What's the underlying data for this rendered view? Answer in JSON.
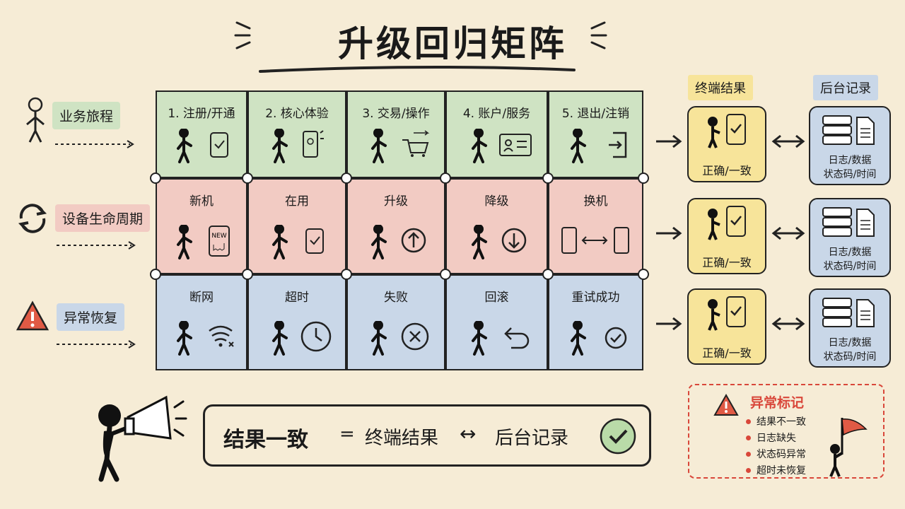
{
  "title": "升级回归矩阵",
  "rows": [
    {
      "label": "业务旅程",
      "color": "#cfe3c3",
      "cells": [
        "1. 注册/开通",
        "2. 核心体验",
        "3. 交易/操作",
        "4. 账户/服务",
        "5. 退出/注销"
      ]
    },
    {
      "label": "设备生命周期",
      "color": "#f2cbc3",
      "cells": [
        "新机",
        "在用",
        "升级",
        "降级",
        "换机"
      ]
    },
    {
      "label": "异常恢复",
      "color": "#c9d7e8",
      "cells": [
        "断网",
        "超时",
        "失败",
        "回滚",
        "重试成功"
      ]
    }
  ],
  "columns": {
    "terminal_header": "终端结果",
    "backend_header": "后台记录",
    "terminal_color": "#f7e49a",
    "backend_color": "#c9d7e8"
  },
  "results": {
    "terminal_text": "正确/一致",
    "backend_line1": "日志/数据",
    "backend_line2": "状态码/时间"
  },
  "bottom": {
    "consistency": "结果一致",
    "equals": "=",
    "terminal": "终端结果",
    "arrow": "↔",
    "backend": "后台记录"
  },
  "anomaly": {
    "title": "异常标记",
    "items": [
      "结果不一致",
      "日志缺失",
      "状态码异常",
      "超时未恢复"
    ],
    "accent": "#d9473a"
  },
  "icons": {
    "new_phone_text": "NEW"
  }
}
